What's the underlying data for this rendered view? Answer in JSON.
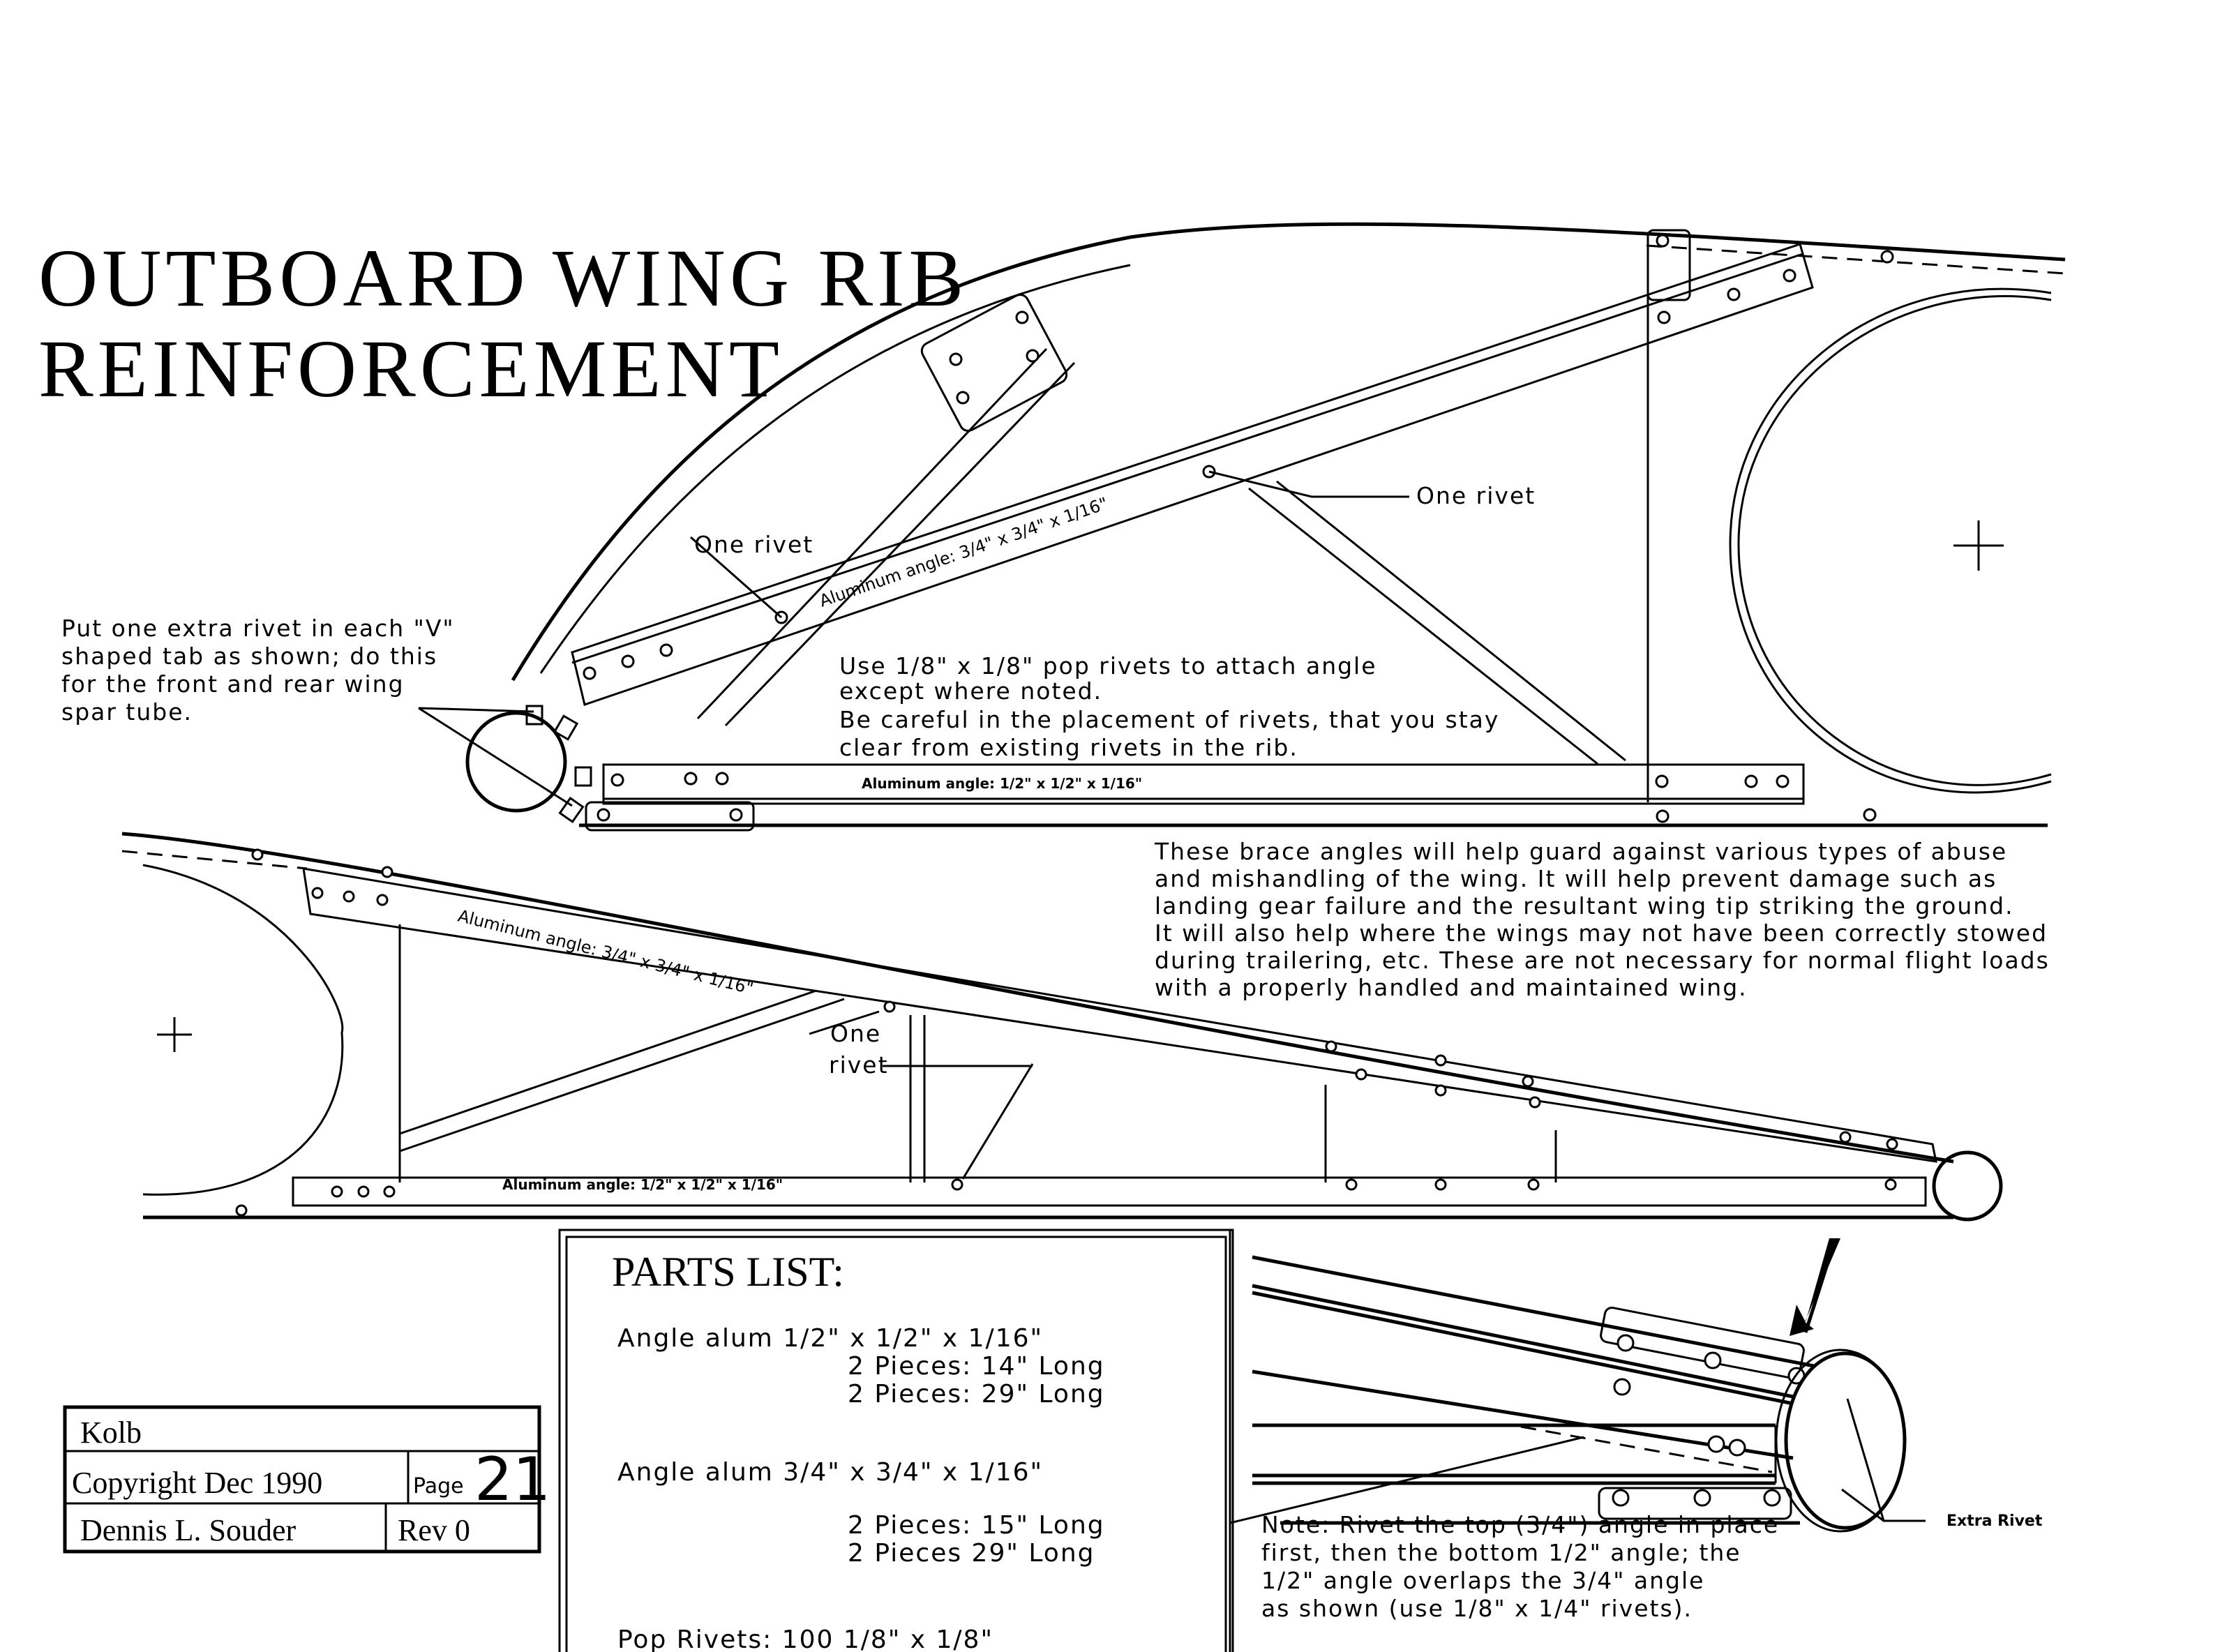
{
  "title": {
    "line1": "OUTBOARD WING RIB",
    "line2": "REINFORCEMENT"
  },
  "notes": {
    "v_tab": [
      "Put one extra rivet in each \"V\"",
      "shaped tab as shown; do this",
      "for the front and rear wing",
      "spar tube."
    ],
    "pop_rivets": [
      "Use 1/8\" x 1/8\" pop rivets to attach angle",
      "except where noted."
    ],
    "careful": [
      "Be careful in the placement of rivets, that you stay",
      "clear from existing rivets in the rib."
    ],
    "brace": [
      "These brace angles will help guard against various types of abuse",
      "and mishandling of the wing.  It will help prevent damage such as",
      "landing gear failure and the resultant wing tip striking the ground.",
      "It will also help where the wings may not have been correctly stowed",
      "during trailering, etc.  These are not necessary for normal flight loads",
      "with a properly handled and maintained wing."
    ],
    "overlap": [
      "Note: Rivet the top (3/4\") angle in place",
      "first, then the bottom 1/2\" angle; the",
      "1/2\" angle overlaps the 3/4\" angle",
      "as shown (use 1/8\" x 1/4\" rivets)."
    ]
  },
  "labels": {
    "one_rivet": "One rivet",
    "one_rivet_split": [
      "One",
      "rivet"
    ],
    "angle_large": "Aluminum angle: 3/4\" x 3/4\" x 1/16\"",
    "angle_small": "Aluminum angle: 1/2\" x 1/2\" x 1/16\"",
    "extra_rivet": "Extra Rivet"
  },
  "parts_list": {
    "heading": "PARTS LIST:",
    "groups": [
      {
        "item": "Angle alum 1/2\" x 1/2\" x 1/16\"",
        "lines": [
          "2 Pieces:   14\"  Long",
          "2 Pieces:   29\"  Long"
        ]
      },
      {
        "item": "Angle alum 3/4\" x 3/4\" x 1/16\"",
        "lines": [
          "2 Pieces:   15\"  Long",
          "2 Pieces    29\"  Long"
        ]
      }
    ],
    "rivets": "Pop Rivets:   100    1/8\" x 1/8\""
  },
  "title_block": {
    "company": "Kolb",
    "copyright": "Copyright Dec 1990",
    "page_label": "Page",
    "page_number": "21",
    "author": "Dennis L. Souder",
    "revision": "Rev 0"
  }
}
